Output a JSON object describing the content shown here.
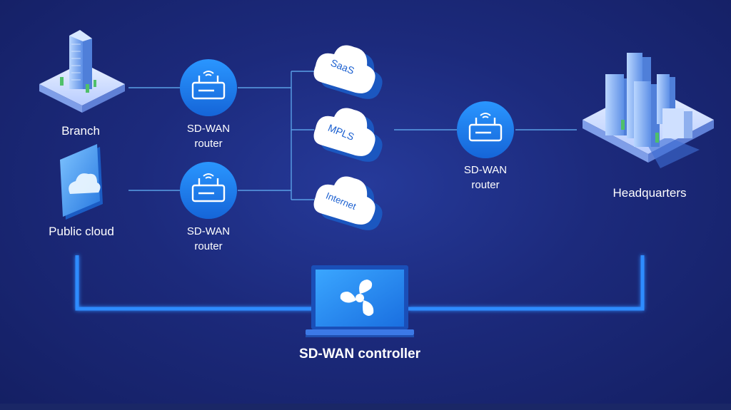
{
  "nodes": {
    "branch": "Branch",
    "public_cloud": "Public cloud",
    "headquarters": "Headquarters",
    "controller": "SD-WAN controller"
  },
  "routers": {
    "branch_router": [
      "SD-WAN",
      "router"
    ],
    "cloud_router": [
      "SD-WAN",
      "router"
    ],
    "hq_router": [
      "SD-WAN",
      "router"
    ]
  },
  "networks": {
    "saas": "SaaS",
    "mpls": "MPLS",
    "internet": "Internet"
  },
  "colors": {
    "background": "#1c2a7c",
    "router_circle": "#1e86f0",
    "link_line": "#5aa0e6",
    "controller_link": "#2d8cff",
    "cloud_fill": "#ffffff"
  }
}
